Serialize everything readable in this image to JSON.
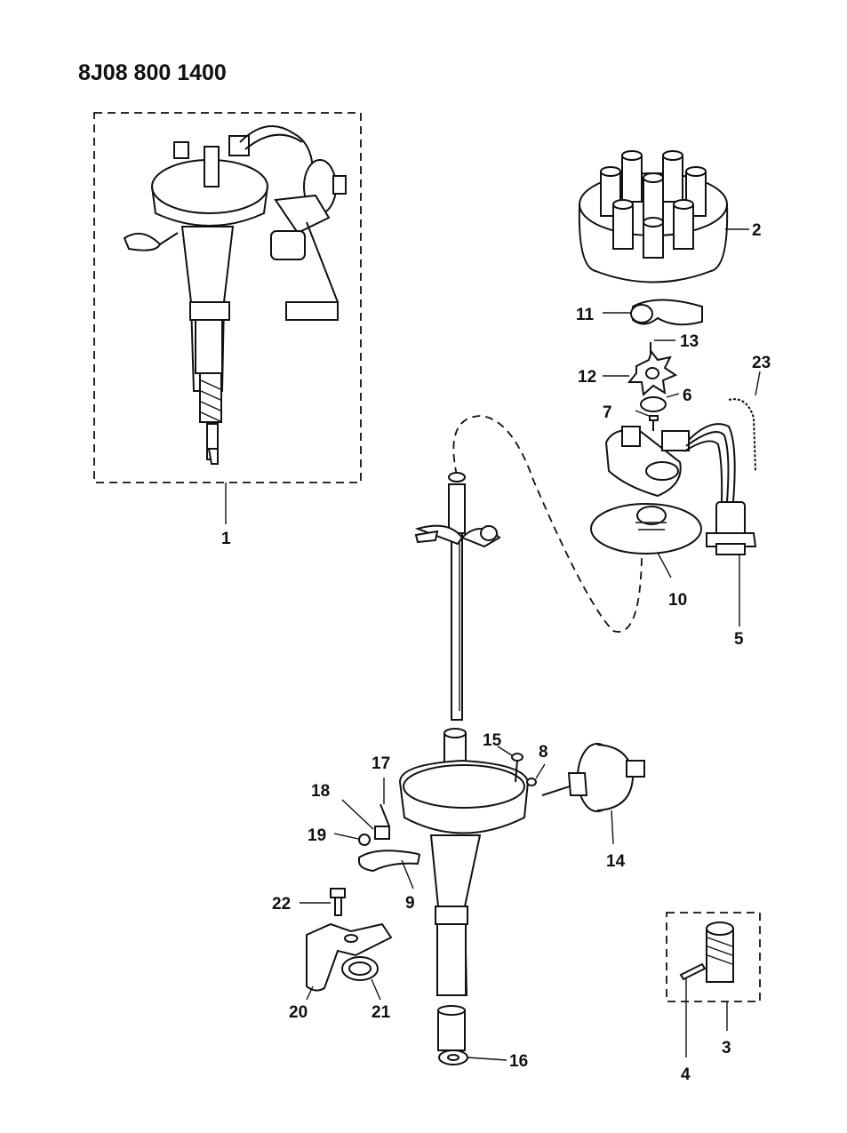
{
  "header": {
    "code": "8J08 800 1400"
  },
  "labels": {
    "l1": "1",
    "l2": "2",
    "l3": "3",
    "l4": "4",
    "l5": "5",
    "l6": "6",
    "l7": "7",
    "l8": "8",
    "l9": "9",
    "l10": "10",
    "l11": "11",
    "l12": "12",
    "l13": "13",
    "l14": "14",
    "l15": "15",
    "l16": "16",
    "l17": "17",
    "l18": "18",
    "l19": "19",
    "l20": "20",
    "l21": "21",
    "l22": "22",
    "l23": "23"
  }
}
